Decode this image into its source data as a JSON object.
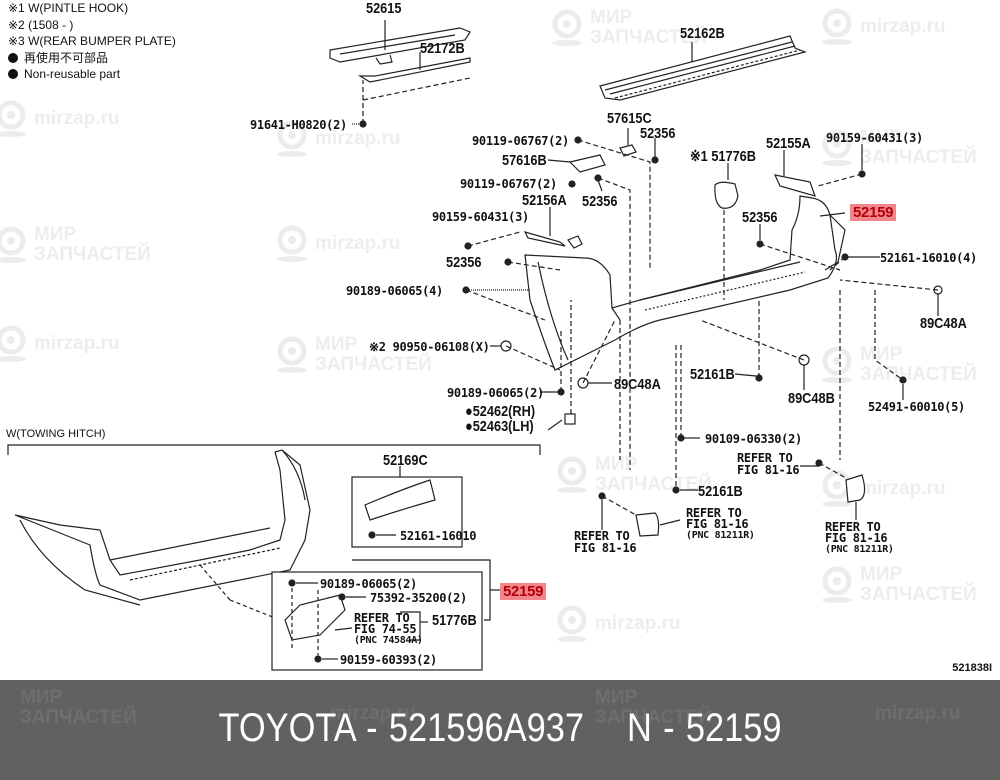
{
  "legend": {
    "notes": [
      "※1 W(PINTLE HOOK)",
      "※2 (1508 -      )",
      "※3 W(REAR BUMPER PLATE)"
    ],
    "bullets": [
      "再使用不可部品",
      "Non-reusable part"
    ]
  },
  "watermark": {
    "brand_ru": [
      "МИР",
      "ЗАПЧАСТЕЙ"
    ],
    "domain": "mirzap.ru"
  },
  "labels": {
    "p52615": "52615",
    "p52172B": "52172B",
    "p91641": "91641-H0820(2)",
    "p52162B": "52162B",
    "p57615C": "57615C",
    "p52356_a": "52356",
    "p90119_a": "90119-06767(2)",
    "p57616B": "57616B",
    "p90119_b": "90119-06767(2)",
    "p52356_b": "52356",
    "p52156A": "52156A",
    "p90159_a": "90159-60431(3)",
    "p52356_c": "52356",
    "p90189_a": "90189-06065(4)",
    "p90950": "※2 90950-06108(X)",
    "p90189_b": "90189-06065(2)",
    "p52462": "●52462(RH)",
    "p52463": "●52463(LH)",
    "p89C48A_a": "89C48A",
    "p51776B_a": "※1 51776B",
    "p52155A": "52155A",
    "p90159_b": "90159-60431(3)",
    "p52159_a": "52159",
    "p52356_d": "52356",
    "p52161_a": "52161-16010(4)",
    "p89C48A_b": "89C48A",
    "p52161B_a": "52161B",
    "p89C48B": "89C48B",
    "p52491": "52491-60010(5)",
    "p90109": "90109-06330(2)",
    "p52161B_b": "52161B",
    "refer1_l1": "REFER TO",
    "refer1_l2": "FIG 81-16",
    "refer2_l1": "REFER TO",
    "refer2_l2": "FIG 81-16",
    "refer2_l3": "(PNC 81211R)",
    "refer3_l1": "REFER TO",
    "refer3_l2": "FIG 81-16",
    "refer4_l1": "REFER TO",
    "refer4_l2": "FIG 81-16",
    "refer4_l3": "(PNC 81211R)",
    "p52169C": "52169C",
    "p52161_b": "52161-16010",
    "p90189_c": "90189-06065(2)",
    "p75392": "75392-35200(2)",
    "p52159_b": "52159",
    "refer5_l1": "REFER TO",
    "refer5_l2": "FIG 74-55",
    "refer5_l3": "(PNC 74584A)",
    "p51776B_b": "51776B",
    "p90159_c": "90159-60393(2)"
  },
  "section": {
    "towing_hitch": "W(TOWING HITCH)"
  },
  "figure_code": "521838I",
  "highlight_color": "#f2878b",
  "footer": {
    "brand_part": "TOYOTA - 521596A937",
    "pnc": "N - 52159",
    "background": "#616161"
  }
}
